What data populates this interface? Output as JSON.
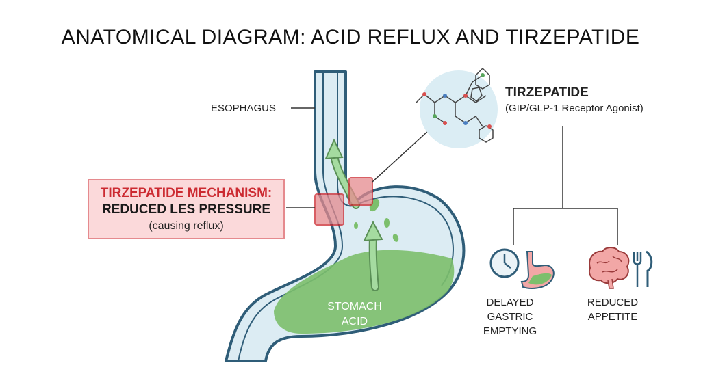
{
  "title": "ANATOMICAL DIAGRAM: ACID REFLUX AND TIRZEPATIDE",
  "labels": {
    "esophagus": "ESOPHAGUS",
    "stomach_acid_line1": "STOMACH",
    "stomach_acid_line2": "ACID"
  },
  "mechanism": {
    "line1": "TIRZEPATIDE MECHANISM:",
    "line2": "REDUCED LES PRESSURE",
    "line3": "(causing reflux)"
  },
  "drug": {
    "name": "TIRZEPATIDE",
    "subtitle": "(GIP/GLP-1 Receptor Agonist)"
  },
  "effects": [
    {
      "line1": "DELAYED",
      "line2": "GASTRIC",
      "line3": "EMPTYING",
      "icons": [
        "clock-icon",
        "stomach-icon"
      ]
    },
    {
      "line1": "REDUCED",
      "line2": "APPETITE",
      "icons": [
        "brain-icon",
        "fork-knife-icon"
      ]
    }
  ],
  "colors": {
    "organ_fill": "#dcecf3",
    "organ_outline": "#2f5d78",
    "acid": "#7cbf6c",
    "highlight_red": "#e05a5f",
    "arrow_green": "#8fd08a"
  }
}
